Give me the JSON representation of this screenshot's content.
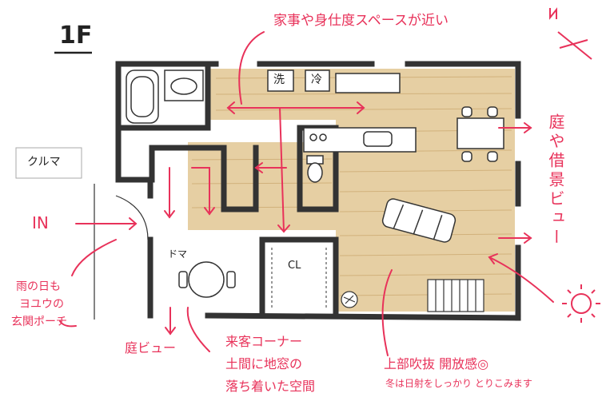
{
  "floor_label": "1F",
  "rooms": {
    "car": "クルマ",
    "doma": "ドマ",
    "closet": "CL",
    "laundry": "洗",
    "fridge": "冷"
  },
  "annotations": {
    "housework": "家事や身仕度スペースが近い",
    "garden_view_vertical": "庭や借景ビュー",
    "entrance_in": "IN",
    "rainy_porch": [
      "雨の日も",
      "ヨユウの",
      "玄関ポーチ"
    ],
    "garden_view_small": "庭ビュー",
    "guest_corner": [
      "来客コーナー",
      "土間に地窓の",
      "落ち着いた空間"
    ],
    "atrium": [
      "上部吹抜 開放感◎",
      "冬は日射をしっかり とりこみます"
    ]
  },
  "colors": {
    "accent": "#e8325a",
    "wood": "#e6cfa3",
    "wall": "#333333"
  },
  "icons": [
    "compass-north-icon",
    "sun-icon"
  ]
}
